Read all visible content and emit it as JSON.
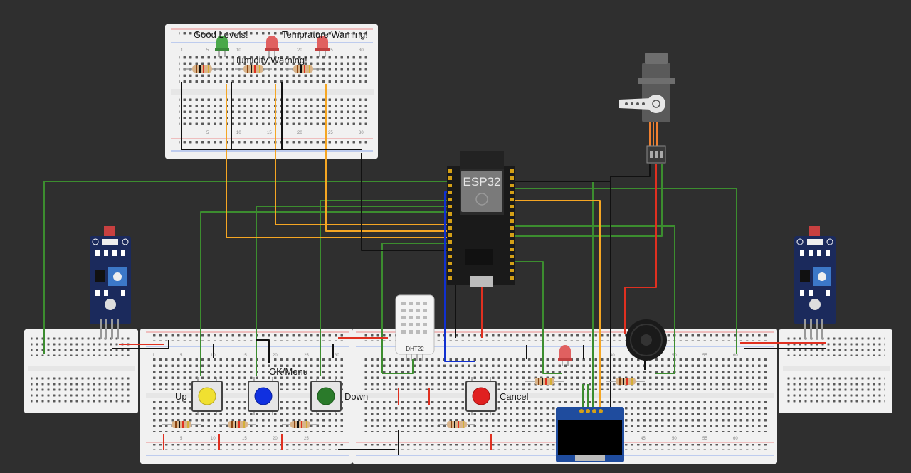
{
  "labels": {
    "good_levels": "Good Levels!",
    "temp_warning": "Temprature Warning!",
    "humidity_warning": "Humidity Warning!",
    "ok_menu": "OK/Menu",
    "up": "Up",
    "down": "Down",
    "cancel": "Cancel"
  },
  "components": {
    "mcu": "ESP32",
    "sensor": "DHT22"
  },
  "breadboard_numbers": [
    "1",
    "5",
    "10",
    "15",
    "20",
    "25",
    "30"
  ],
  "breadboard_numbers_right": [
    "40",
    "45",
    "50",
    "55",
    "60"
  ],
  "colors": {
    "background": "#2f2f2f",
    "board": "#f1f1f1",
    "wire_green": "#3c8d2f",
    "wire_orange": "#f5a623",
    "wire_red": "#e03020",
    "wire_black": "#111111",
    "wire_blue": "#1030d0"
  }
}
